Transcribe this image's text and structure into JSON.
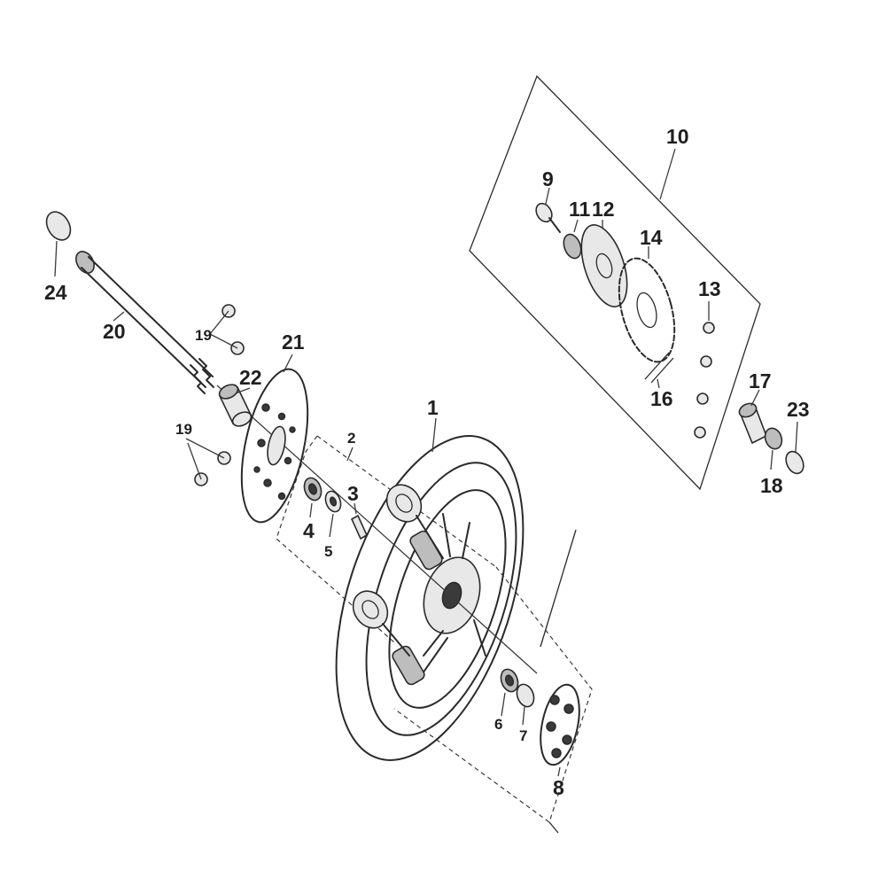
{
  "diagram": {
    "callouts": [
      {
        "id": "1",
        "label": "1"
      },
      {
        "id": "2",
        "label": "2"
      },
      {
        "id": "3",
        "label": "3"
      },
      {
        "id": "4",
        "label": "4"
      },
      {
        "id": "5",
        "label": "5"
      },
      {
        "id": "6",
        "label": "6"
      },
      {
        "id": "7",
        "label": "7"
      },
      {
        "id": "8",
        "label": "8"
      },
      {
        "id": "9",
        "label": "9"
      },
      {
        "id": "10",
        "label": "10"
      },
      {
        "id": "11",
        "label": "11"
      },
      {
        "id": "12",
        "label": "12"
      },
      {
        "id": "13",
        "label": "13"
      },
      {
        "id": "14",
        "label": "14"
      },
      {
        "id": "16",
        "label": "16"
      },
      {
        "id": "17",
        "label": "17"
      },
      {
        "id": "18",
        "label": "18"
      },
      {
        "id": "19a",
        "label": "19"
      },
      {
        "id": "19b",
        "label": "19"
      },
      {
        "id": "20",
        "label": "20"
      },
      {
        "id": "21",
        "label": "21"
      },
      {
        "id": "22",
        "label": "22"
      },
      {
        "id": "23",
        "label": "23"
      },
      {
        "id": "24",
        "label": "24"
      }
    ]
  }
}
